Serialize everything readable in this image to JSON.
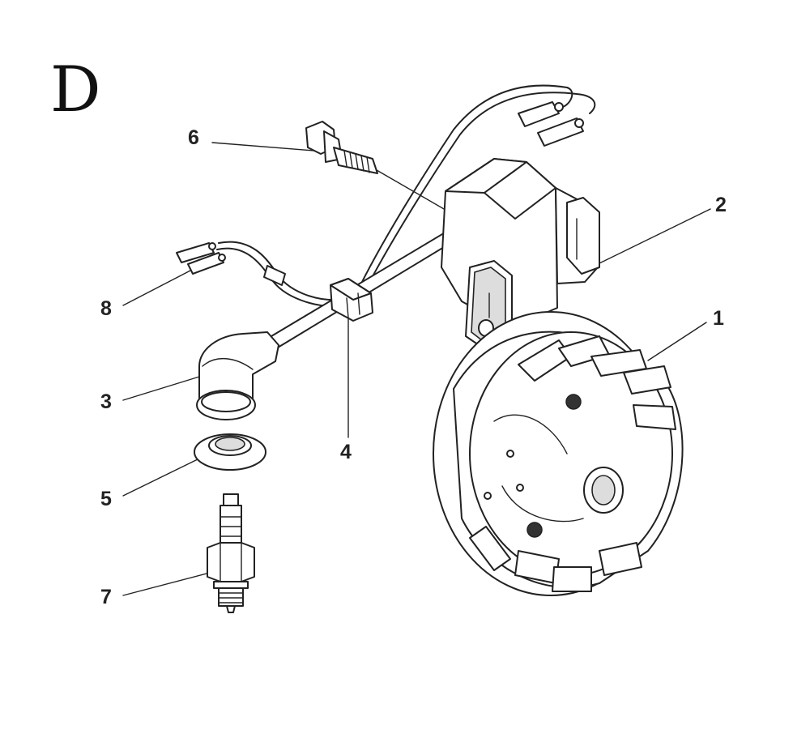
{
  "section_letter": "D",
  "callouts": {
    "flywheel": "1",
    "ignition_coil": "2",
    "spark_plug_boot": "3",
    "wire_clip": "4",
    "boot_seal": "5",
    "bolt": "6",
    "spark_plug": "7",
    "stop_switch_wire": "8"
  }
}
